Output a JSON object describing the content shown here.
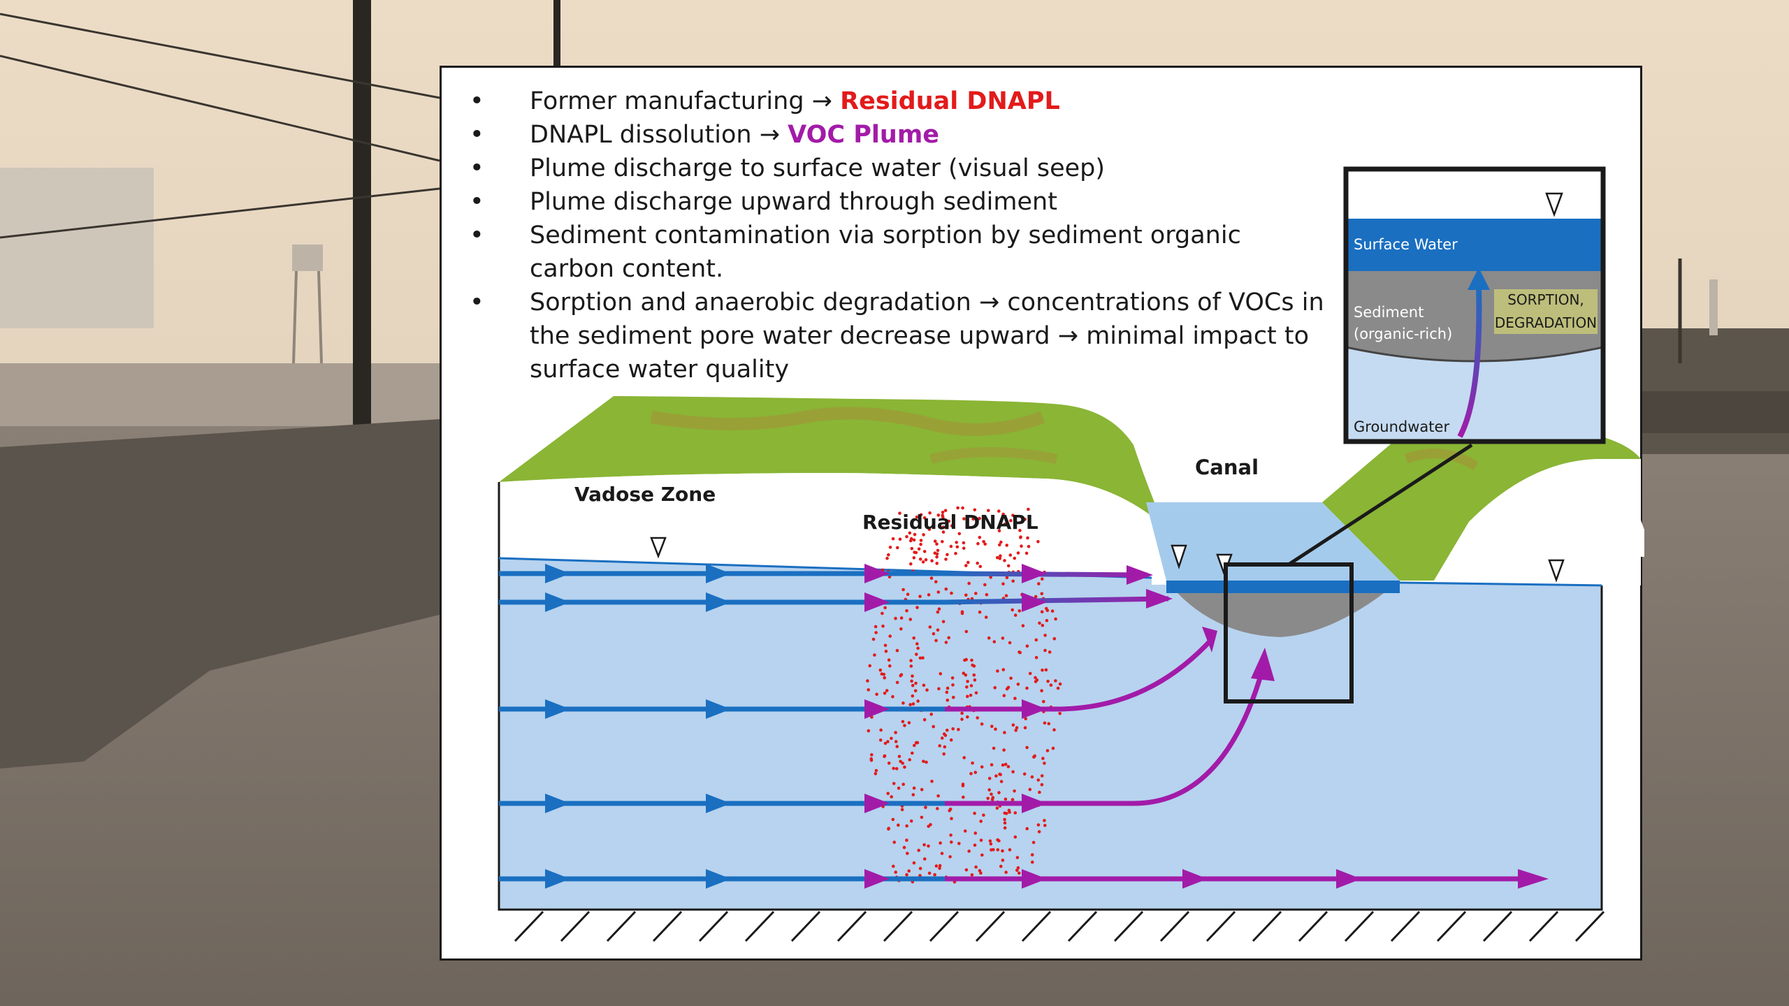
{
  "bullets": [
    {
      "text": "Former manufacturing → ",
      "highlight": "Residual DNAPL"
    },
    {
      "text": "DNAPL dissolution → ",
      "highlight": "VOC  Plume"
    },
    {
      "text": "Plume discharge to surface water (visual seep)"
    },
    {
      "text": "Plume discharge upward through sediment"
    },
    {
      "text": "Sediment contamination via sorption by sediment organic carbon content."
    },
    {
      "text": "Sorption and anaerobic degradation → concentrations of VOCs in the sediment pore water decrease upward → minimal impact to surface water quality"
    }
  ],
  "labels": {
    "vadose_zone": "Vadose Zone",
    "residual_dnapl": "Residual DNAPL",
    "canal": "Canal"
  },
  "inset": {
    "surface_water": "Surface Water",
    "sediment_line1": "Sediment",
    "sediment_line2": "(organic-rich)",
    "groundwater": "Groundwater",
    "process_line1": "SORPTION,",
    "process_line2": "DEGRADATION"
  },
  "colors": {
    "groundwater_blue": "#b7d3ef",
    "flow_blue": "#1a6fc1",
    "plume_purple": "#a21ba8",
    "dnapl_red": "#e21b1b",
    "grass_green": "#8ab535",
    "sediment_gray": "#8a8a8a"
  }
}
